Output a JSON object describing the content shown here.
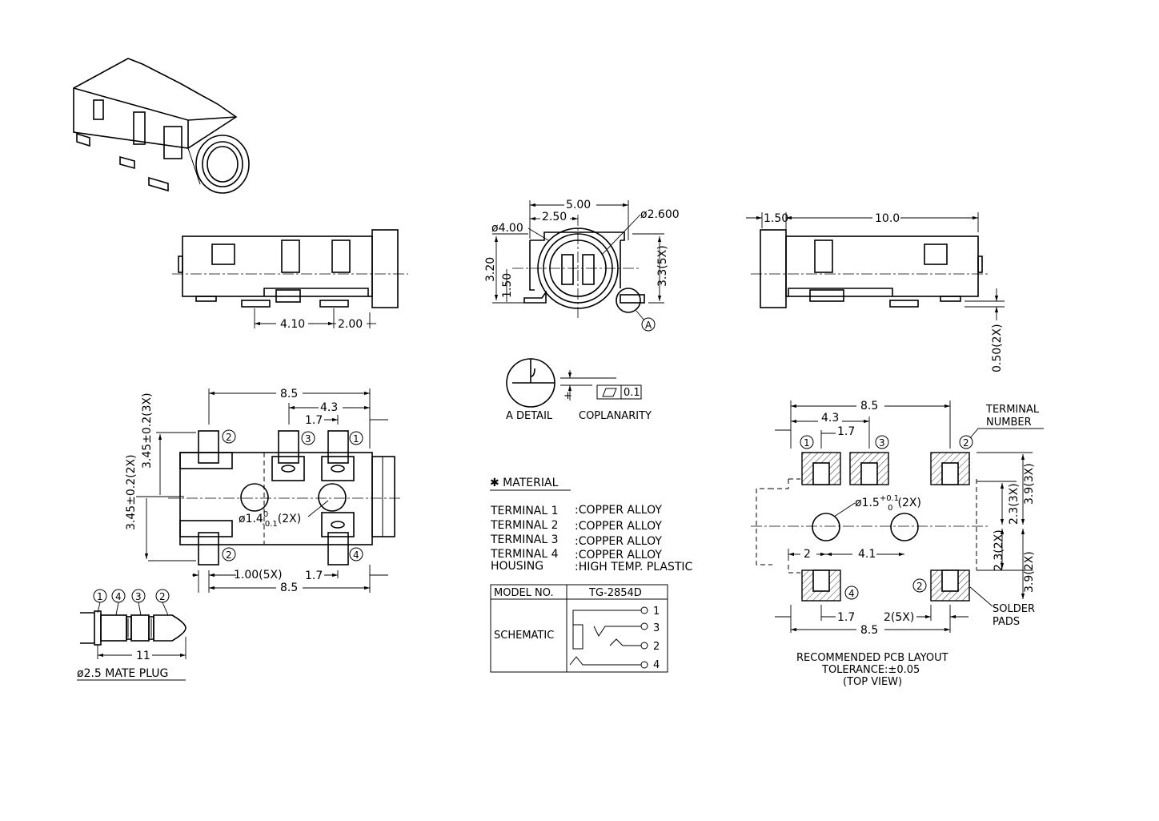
{
  "mate_plug": {
    "caption": "ø2.5 MATE PLUG",
    "length": "11",
    "pins": [
      "1",
      "4",
      "3",
      "2"
    ]
  },
  "side_view_left": {
    "dims": {
      "a": "4.10",
      "b": "2.00"
    }
  },
  "front_view": {
    "dims": {
      "w": "5.00",
      "half": "2.50",
      "d_outer": "ø4.00",
      "d_inner": "ø2.600",
      "h": "3.20",
      "h2": "1.50",
      "pin_h": "3.3(5X)"
    },
    "detail_ref": "A"
  },
  "side_view_right": {
    "dims": {
      "a": "1.50",
      "b": "10.0",
      "pin": "0.50(2X)"
    }
  },
  "detail": {
    "a_label": "A DETAIL",
    "coplanarity_label": "COPLANARITY",
    "tolerance": "0.1"
  },
  "top_view": {
    "dims": {
      "len": "8.5",
      "len_bottom": "8.5",
      "d1": "4.3",
      "d2": "1.7",
      "d3": "1.7",
      "pitch": "1.00(5X)",
      "h1": "3.45±0.2(2X)",
      "h2": "3.45±0.2(3X)",
      "hole": "ø1.4",
      "hole_tol_up": "0",
      "hole_tol_dn": "-0.1",
      "hole_count": "(2X)"
    },
    "terminal_numbers": [
      "2",
      "3",
      "1",
      "2",
      "4"
    ]
  },
  "material": {
    "title": "✱ MATERIAL",
    "rows": [
      {
        "part": "TERMINAL 1",
        "value": ":COPPER ALLOY"
      },
      {
        "part": "TERMINAL 2",
        "value": ":COPPER ALLOY"
      },
      {
        "part": "TERMINAL 3",
        "value": ":COPPER ALLOY"
      },
      {
        "part": "TERMINAL 4",
        "value": ":COPPER ALLOY"
      },
      {
        "part": "HOUSING",
        "value": ":HIGH TEMP. PLASTIC"
      }
    ]
  },
  "model_table": {
    "model_label": "MODEL NO.",
    "model_value": "TG-2854D",
    "schematic_label": "SCHEMATIC",
    "schematic_pins": [
      "1",
      "3",
      "2",
      "4"
    ]
  },
  "pcb_layout": {
    "dims": {
      "len": "8.5",
      "len_bottom": "8.5",
      "d1": "4.3",
      "d2": "1.7",
      "d3": "1.7",
      "pitch": "2(5X)",
      "x1": "2",
      "x2": "4.1",
      "hole": "ø1.5",
      "hole_tol_up": "+0.1",
      "hole_tol_dn": "0",
      "hole_count": "(2X)",
      "v1": "2.3(3X)",
      "v2": "3.9(3X)",
      "v3": "2.3(2X)",
      "v4": "3.9(2X)"
    },
    "terminal_label": [
      "TERMINAL",
      "NUMBER"
    ],
    "pad_label": [
      "SOLDER",
      "PADS"
    ],
    "terminal_numbers": [
      "1",
      "3",
      "2",
      "4",
      "2"
    ],
    "caption": [
      "RECOMMENDED PCB LAYOUT",
      "TOLERANCE:±0.05",
      "(TOP VIEW)"
    ]
  }
}
